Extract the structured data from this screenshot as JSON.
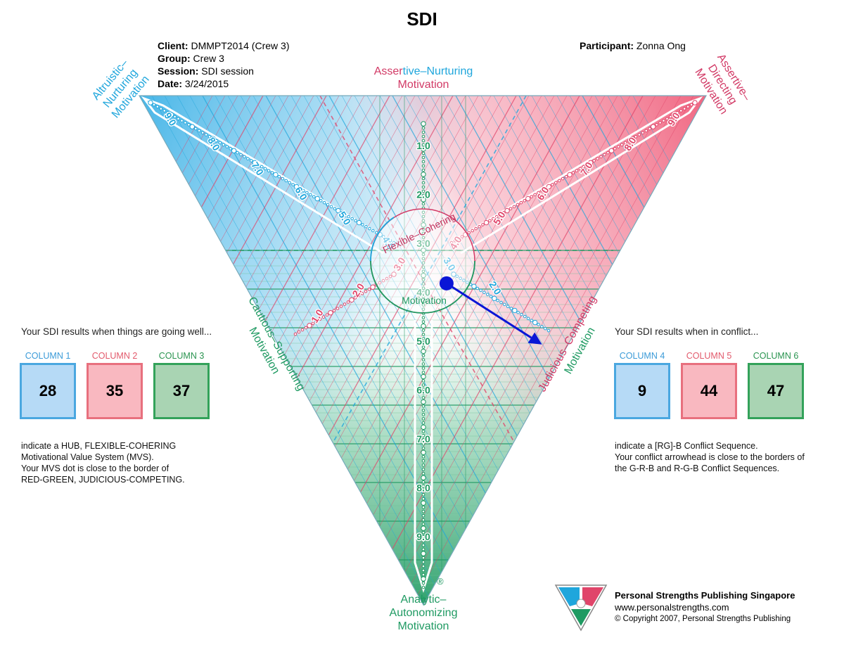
{
  "title": "SDI",
  "meta": {
    "client_label": "Client:",
    "client": "DMMPT2014 (Crew 3)",
    "group_label": "Group:",
    "group": "Crew 3",
    "session_label": "Session:",
    "session": "SDI session",
    "date_label": "Date:",
    "date": "3/24/2015",
    "participant_label": "Participant:",
    "participant": "Zonna Ong"
  },
  "labels": {
    "top_center_1a": "Asser",
    "top_center_1b": "tive–Nurturing",
    "top_center_2": "Motivation",
    "top_left": [
      "Altruistic–",
      "Nurturing",
      "Motivation"
    ],
    "top_right": [
      "Assertive–",
      "Directing",
      "Motivation"
    ],
    "left": [
      "Cautious–Supporting",
      "Motivation"
    ],
    "right": [
      "Judicious–Competing",
      "Motivation"
    ],
    "bottom": [
      "Analytic–",
      "Autonomizing",
      "Motivation"
    ],
    "hub_top": "Flexible–Cohering",
    "hub_bottom": "Motivation",
    "registered": "®"
  },
  "scale": {
    "vertical": [
      "1.0",
      "2.0",
      "3.0",
      "4.0",
      "5.0",
      "6.0",
      "7.0",
      "8.0",
      "9.0"
    ],
    "upper_left": [
      "9.0",
      "8.0",
      "7.0",
      "6.0",
      "5.0",
      "4.0"
    ],
    "upper_right": [
      "9.0",
      "8.0",
      "7.0",
      "6.0",
      "5.0",
      "4.0"
    ],
    "lower_left": [
      "3.0",
      "2.0",
      "1.0"
    ],
    "lower_right": [
      "3.0",
      "2.0"
    ]
  },
  "going_well": {
    "heading": "Your SDI results when things are going well...",
    "columns": [
      {
        "label": "COLUMN 1",
        "value": "28"
      },
      {
        "label": "COLUMN 2",
        "value": "35"
      },
      {
        "label": "COLUMN 3",
        "value": "37"
      }
    ],
    "text": [
      "indicate a HUB, FLEXIBLE-COHERING",
      "Motivational Value System (MVS).",
      "Your MVS dot is close to the border of",
      "RED-GREEN, JUDICIOUS-COMPETING."
    ]
  },
  "conflict": {
    "heading": "Your SDI results when in conflict...",
    "columns": [
      {
        "label": "COLUMN 4",
        "value": "9"
      },
      {
        "label": "COLUMN 5",
        "value": "44"
      },
      {
        "label": "COLUMN 6",
        "value": "47"
      }
    ],
    "text": [
      "indicate a [RG]-B Conflict Sequence.",
      "Your conflict arrowhead is close to the borders of",
      "the G-R-B and R-G-B Conflict Sequences."
    ]
  },
  "publisher": {
    "name": "Personal Strengths Publishing Singapore",
    "url": "www.personalstrengths.com",
    "copyright": "© Copyright 2007, Personal Strengths Publishing"
  },
  "colors": {
    "blue": "#1fa6dc",
    "red": "#e0456a",
    "green": "#1f9a62",
    "marker": "#0a16d6"
  },
  "results": {
    "mvs_dot": {
      "blue": 28,
      "red": 35,
      "green": 37
    },
    "conflict_arrowhead": {
      "blue": 9,
      "red": 44,
      "green": 47
    }
  }
}
